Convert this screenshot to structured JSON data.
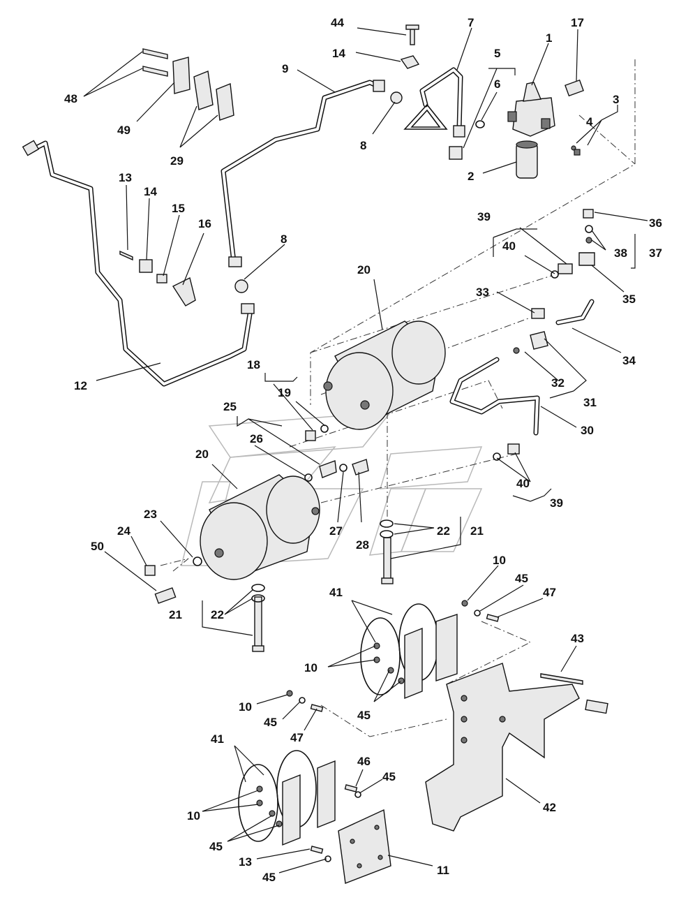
{
  "labels": [
    {
      "id": "44",
      "text": "44"
    },
    {
      "id": "7",
      "text": "7"
    },
    {
      "id": "17",
      "text": "17"
    },
    {
      "id": "1",
      "text": "1"
    },
    {
      "id": "14a",
      "text": "14"
    },
    {
      "id": "5",
      "text": "5"
    },
    {
      "id": "48",
      "text": "48"
    },
    {
      "id": "9",
      "text": "9"
    },
    {
      "id": "6",
      "text": "6"
    },
    {
      "id": "3",
      "text": "3"
    },
    {
      "id": "4",
      "text": "4"
    },
    {
      "id": "49",
      "text": "49"
    },
    {
      "id": "8a",
      "text": "8"
    },
    {
      "id": "29",
      "text": "29"
    },
    {
      "id": "2",
      "text": "2"
    },
    {
      "id": "13a",
      "text": "13"
    },
    {
      "id": "14b",
      "text": "14"
    },
    {
      "id": "15",
      "text": "15"
    },
    {
      "id": "16",
      "text": "16"
    },
    {
      "id": "39a",
      "text": "39"
    },
    {
      "id": "36",
      "text": "36"
    },
    {
      "id": "8b",
      "text": "8"
    },
    {
      "id": "40a",
      "text": "40"
    },
    {
      "id": "38",
      "text": "38"
    },
    {
      "id": "37",
      "text": "37"
    },
    {
      "id": "20a",
      "text": "20"
    },
    {
      "id": "33",
      "text": "33"
    },
    {
      "id": "35",
      "text": "35"
    },
    {
      "id": "34",
      "text": "34"
    },
    {
      "id": "18",
      "text": "18"
    },
    {
      "id": "12",
      "text": "12"
    },
    {
      "id": "19",
      "text": "19"
    },
    {
      "id": "32",
      "text": "32"
    },
    {
      "id": "31",
      "text": "31"
    },
    {
      "id": "25",
      "text": "25"
    },
    {
      "id": "26",
      "text": "26"
    },
    {
      "id": "30",
      "text": "30"
    },
    {
      "id": "20b",
      "text": "20"
    },
    {
      "id": "40b",
      "text": "40"
    },
    {
      "id": "39b",
      "text": "39"
    },
    {
      "id": "23",
      "text": "23"
    },
    {
      "id": "27",
      "text": "27"
    },
    {
      "id": "22a",
      "text": "22"
    },
    {
      "id": "21a",
      "text": "21"
    },
    {
      "id": "24",
      "text": "24"
    },
    {
      "id": "28",
      "text": "28"
    },
    {
      "id": "50",
      "text": "50"
    },
    {
      "id": "10a",
      "text": "10"
    },
    {
      "id": "45a",
      "text": "45"
    },
    {
      "id": "47a",
      "text": "47"
    },
    {
      "id": "41a",
      "text": "41"
    },
    {
      "id": "21b",
      "text": "21"
    },
    {
      "id": "22b",
      "text": "22"
    },
    {
      "id": "43",
      "text": "43"
    },
    {
      "id": "10b",
      "text": "10"
    },
    {
      "id": "45b",
      "text": "45"
    },
    {
      "id": "10c",
      "text": "10"
    },
    {
      "id": "45c",
      "text": "45"
    },
    {
      "id": "47b",
      "text": "47"
    },
    {
      "id": "41b",
      "text": "41"
    },
    {
      "id": "46",
      "text": "46"
    },
    {
      "id": "45d",
      "text": "45"
    },
    {
      "id": "42",
      "text": "42"
    },
    {
      "id": "10d",
      "text": "10"
    },
    {
      "id": "45e",
      "text": "45"
    },
    {
      "id": "13b",
      "text": "13"
    },
    {
      "id": "11",
      "text": "11"
    },
    {
      "id": "45f",
      "text": "45"
    }
  ]
}
